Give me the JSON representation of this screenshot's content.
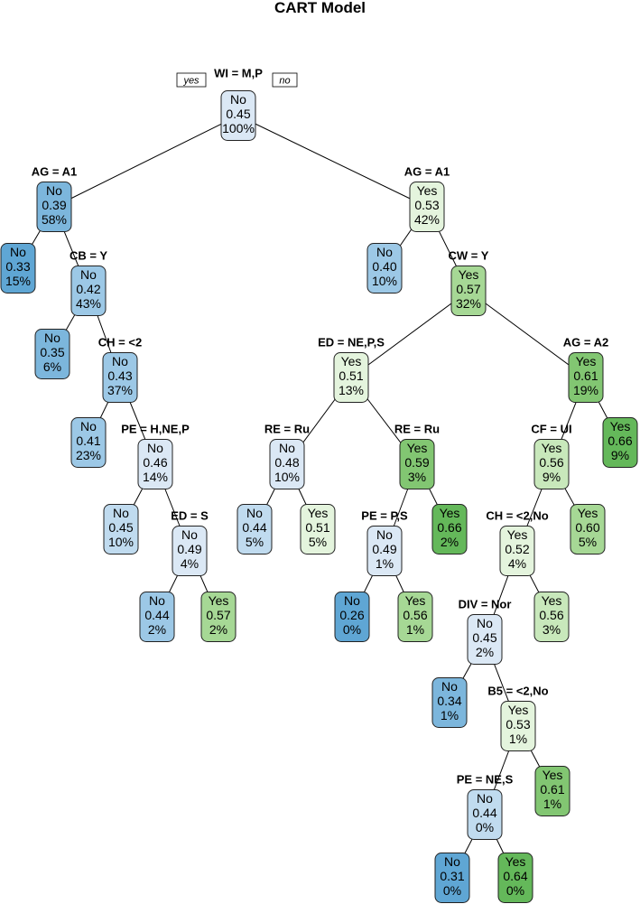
{
  "title": "CART Model",
  "root_split_labels": {
    "yes": "yes",
    "no": "no"
  },
  "colors": {
    "No": [
      "#5fa6d4",
      "#7cb6dc",
      "#9cc8e6",
      "#c0dbef",
      "#dbe8f5"
    ],
    "Yes": [
      "#e4f4dd",
      "#c8e8bb",
      "#a6d895",
      "#82c672",
      "#64b85a"
    ]
  },
  "nodes": [
    {
      "id": "n0",
      "cls": "No",
      "prob": "0.45",
      "pct": "100%",
      "split": "WI = M,P",
      "shade": 4
    },
    {
      "id": "n1",
      "cls": "No",
      "prob": "0.39",
      "pct": "58%",
      "split": "AG = A1",
      "shade": 1
    },
    {
      "id": "n2",
      "cls": "No",
      "prob": "0.33",
      "pct": "15%",
      "split": "",
      "shade": 0
    },
    {
      "id": "n3",
      "cls": "No",
      "prob": "0.42",
      "pct": "43%",
      "split": "CB = Y",
      "shade": 2
    },
    {
      "id": "n4",
      "cls": "No",
      "prob": "0.35",
      "pct": "6%",
      "split": "",
      "shade": 1
    },
    {
      "id": "n5",
      "cls": "No",
      "prob": "0.43",
      "pct": "37%",
      "split": "CH = <2",
      "shade": 2
    },
    {
      "id": "n6",
      "cls": "No",
      "prob": "0.41",
      "pct": "23%",
      "split": "",
      "shade": 2
    },
    {
      "id": "n7",
      "cls": "No",
      "prob": "0.46",
      "pct": "14%",
      "split": "PE = H,NE,P",
      "shade": 4
    },
    {
      "id": "n8",
      "cls": "No",
      "prob": "0.45",
      "pct": "10%",
      "split": "",
      "shade": 3
    },
    {
      "id": "n9",
      "cls": "No",
      "prob": "0.49",
      "pct": "4%",
      "split": "ED = S",
      "shade": 4
    },
    {
      "id": "n10",
      "cls": "No",
      "prob": "0.44",
      "pct": "2%",
      "split": "",
      "shade": 2
    },
    {
      "id": "n11",
      "cls": "Yes",
      "prob": "0.57",
      "pct": "2%",
      "split": "",
      "shade": 2
    },
    {
      "id": "n12",
      "cls": "Yes",
      "prob": "0.53",
      "pct": "42%",
      "split": "AG = A1",
      "shade": 0
    },
    {
      "id": "n13",
      "cls": "No",
      "prob": "0.40",
      "pct": "10%",
      "split": "",
      "shade": 2
    },
    {
      "id": "n14",
      "cls": "Yes",
      "prob": "0.57",
      "pct": "32%",
      "split": "CW = Y",
      "shade": 2
    },
    {
      "id": "n15",
      "cls": "Yes",
      "prob": "0.51",
      "pct": "13%",
      "split": "ED = NE,P,S",
      "shade": 0
    },
    {
      "id": "n16",
      "cls": "No",
      "prob": "0.48",
      "pct": "10%",
      "split": "RE = Ru",
      "shade": 4
    },
    {
      "id": "n17",
      "cls": "No",
      "prob": "0.44",
      "pct": "5%",
      "split": "",
      "shade": 3
    },
    {
      "id": "n18",
      "cls": "Yes",
      "prob": "0.51",
      "pct": "5%",
      "split": "",
      "shade": 0
    },
    {
      "id": "n19",
      "cls": "Yes",
      "prob": "0.59",
      "pct": "3%",
      "split": "RE = Ru",
      "shade": 3
    },
    {
      "id": "n20",
      "cls": "No",
      "prob": "0.49",
      "pct": "1%",
      "split": "PE = P,S",
      "shade": 4
    },
    {
      "id": "n21",
      "cls": "No",
      "prob": "0.26",
      "pct": "0%",
      "split": "",
      "shade": 0
    },
    {
      "id": "n22",
      "cls": "Yes",
      "prob": "0.56",
      "pct": "1%",
      "split": "",
      "shade": 2
    },
    {
      "id": "n23",
      "cls": "Yes",
      "prob": "0.66",
      "pct": "2%",
      "split": "",
      "shade": 4
    },
    {
      "id": "n24",
      "cls": "Yes",
      "prob": "0.61",
      "pct": "19%",
      "split": "AG = A2",
      "shade": 3
    },
    {
      "id": "n25",
      "cls": "Yes",
      "prob": "0.56",
      "pct": "9%",
      "split": "CF = UI",
      "shade": 1
    },
    {
      "id": "n26",
      "cls": "Yes",
      "prob": "0.52",
      "pct": "4%",
      "split": "CH = <2,No",
      "shade": 0
    },
    {
      "id": "n27",
      "cls": "No",
      "prob": "0.45",
      "pct": "2%",
      "split": "DIV = Nor",
      "shade": 4
    },
    {
      "id": "n28",
      "cls": "No",
      "prob": "0.34",
      "pct": "1%",
      "split": "",
      "shade": 1
    },
    {
      "id": "n29",
      "cls": "Yes",
      "prob": "0.53",
      "pct": "1%",
      "split": "B5 = <2,No",
      "shade": 0
    },
    {
      "id": "n30",
      "cls": "No",
      "prob": "0.44",
      "pct": "0%",
      "split": "PE = NE,S",
      "shade": 3
    },
    {
      "id": "n31",
      "cls": "No",
      "prob": "0.31",
      "pct": "0%",
      "split": "",
      "shade": 0
    },
    {
      "id": "n32",
      "cls": "Yes",
      "prob": "0.64",
      "pct": "0%",
      "split": "",
      "shade": 4
    },
    {
      "id": "n33",
      "cls": "Yes",
      "prob": "0.61",
      "pct": "1%",
      "split": "",
      "shade": 3
    },
    {
      "id": "n34",
      "cls": "Yes",
      "prob": "0.56",
      "pct": "3%",
      "split": "",
      "shade": 1
    },
    {
      "id": "n35",
      "cls": "Yes",
      "prob": "0.60",
      "pct": "5%",
      "split": "",
      "shade": 2
    },
    {
      "id": "n36",
      "cls": "Yes",
      "prob": "0.66",
      "pct": "9%",
      "split": "",
      "shade": 4
    }
  ],
  "edges": [
    [
      "n0",
      "n1"
    ],
    [
      "n0",
      "n12"
    ],
    [
      "n1",
      "n2"
    ],
    [
      "n1",
      "n3"
    ],
    [
      "n3",
      "n4"
    ],
    [
      "n3",
      "n5"
    ],
    [
      "n5",
      "n6"
    ],
    [
      "n5",
      "n7"
    ],
    [
      "n7",
      "n8"
    ],
    [
      "n7",
      "n9"
    ],
    [
      "n9",
      "n10"
    ],
    [
      "n9",
      "n11"
    ],
    [
      "n12",
      "n13"
    ],
    [
      "n12",
      "n14"
    ],
    [
      "n14",
      "n15"
    ],
    [
      "n14",
      "n24"
    ],
    [
      "n15",
      "n16"
    ],
    [
      "n15",
      "n19"
    ],
    [
      "n16",
      "n17"
    ],
    [
      "n16",
      "n18"
    ],
    [
      "n19",
      "n20"
    ],
    [
      "n19",
      "n23"
    ],
    [
      "n20",
      "n21"
    ],
    [
      "n20",
      "n22"
    ],
    [
      "n24",
      "n25"
    ],
    [
      "n24",
      "n36"
    ],
    [
      "n25",
      "n26"
    ],
    [
      "n25",
      "n35"
    ],
    [
      "n26",
      "n27"
    ],
    [
      "n26",
      "n34"
    ],
    [
      "n27",
      "n28"
    ],
    [
      "n27",
      "n29"
    ],
    [
      "n29",
      "n30"
    ],
    [
      "n29",
      "n33"
    ],
    [
      "n30",
      "n31"
    ],
    [
      "n30",
      "n32"
    ]
  ]
}
